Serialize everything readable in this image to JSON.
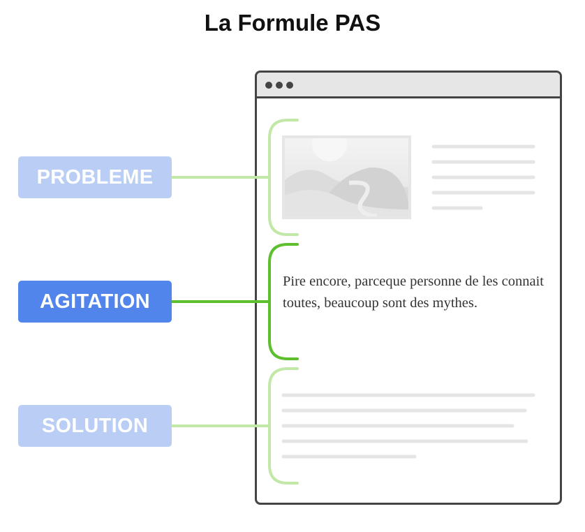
{
  "title": "La Formule PAS",
  "steps": [
    {
      "id": "probleme",
      "label": "PROBLEME",
      "state": "inactive"
    },
    {
      "id": "agitation",
      "label": "AGITATION",
      "state": "active"
    },
    {
      "id": "solution",
      "label": "SOLUTION",
      "state": "inactive"
    }
  ],
  "browser": {
    "agitation_text": "Pire encore, parceque personne de les connait toutes, beaucoup sont des mythes."
  },
  "colors": {
    "active_label": "#5185ec",
    "inactive_label": "#b9cdf5",
    "active_connector": "#5dbf2e",
    "inactive_connector": "#c2e8a8",
    "placeholder_line": "#e5e5e5",
    "frame": "#444444"
  }
}
